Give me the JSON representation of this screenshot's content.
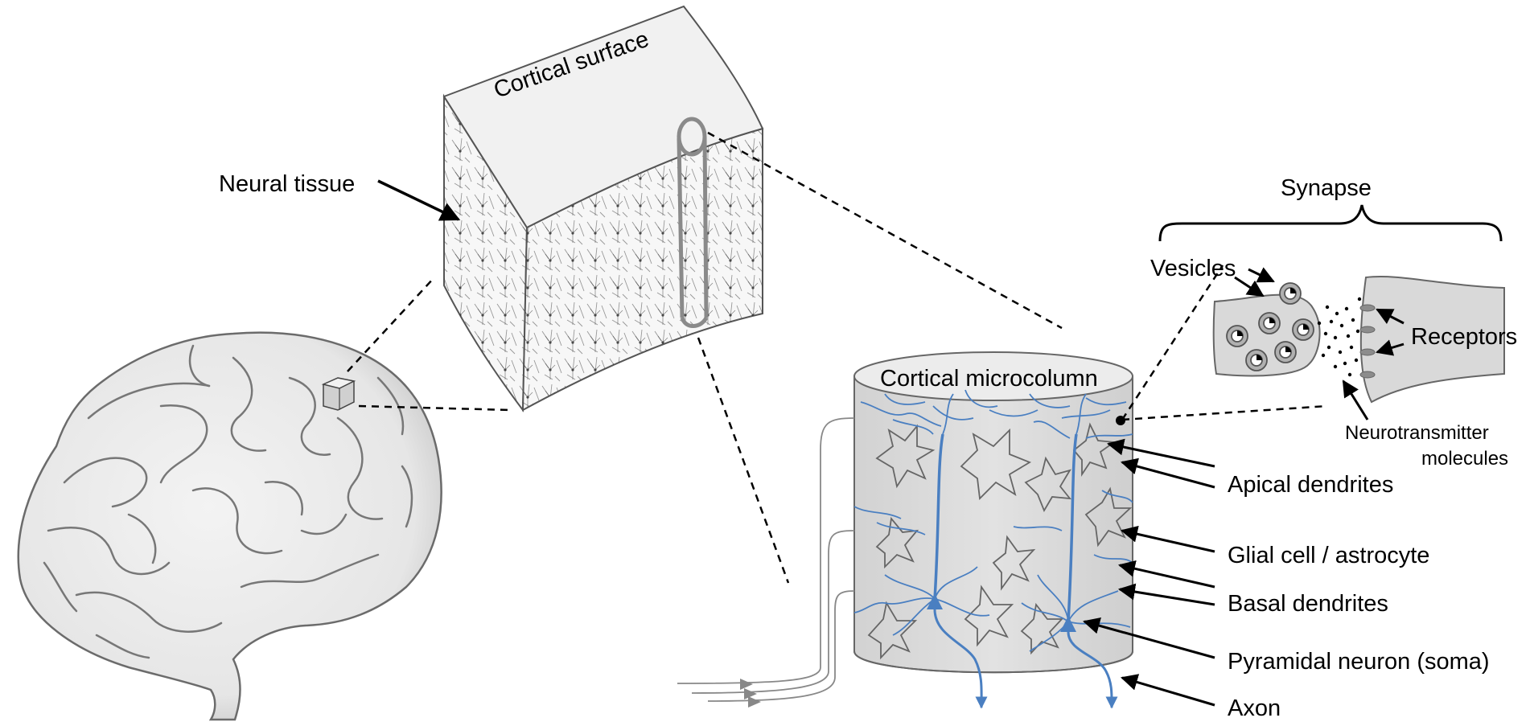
{
  "labels": {
    "cortical_surface": "Cortical surface",
    "neural_tissue": "Neural tissue",
    "synapse": "Synapse",
    "vesicles": "Vesicles",
    "receptors": "Receptors",
    "neurotransmitter_line1": "Neurotransmitter",
    "neurotransmitter_line2": "molecules",
    "cortical_microcolumn": "Cortical microcolumn",
    "apical_dendrites": "Apical dendrites",
    "glial_cell": "Glial cell / astrocyte",
    "basal_dendrites": "Basal dendrites",
    "pyramidal_neuron": "Pyramidal neuron (soma)",
    "axon": "Axon"
  },
  "colors": {
    "neuron_blue": "#4a7fc1",
    "tissue_gray": "#d9d9d9",
    "outline": "#555555",
    "label_arrow": "#000000"
  }
}
